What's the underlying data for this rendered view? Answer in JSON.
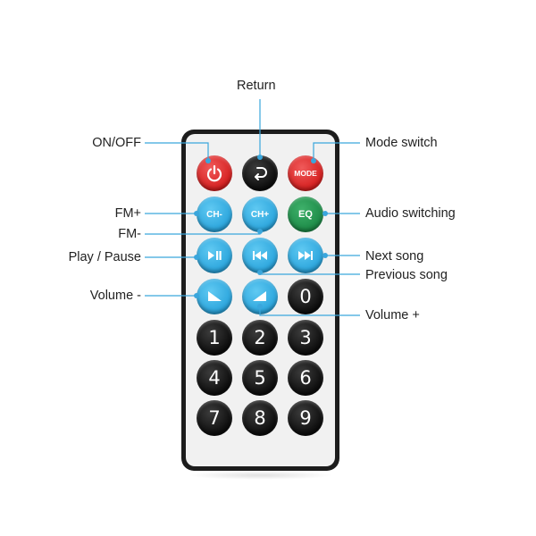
{
  "labels": {
    "return": "Return",
    "on_off": "ON/OFF",
    "mode_switch": "Mode switch",
    "fm_plus": "FM+",
    "fm_minus": "FM-",
    "audio_switching": "Audio switching",
    "play_pause": "Play / Pause",
    "next_song": "Next song",
    "previous_song": "Previous song",
    "volume_minus": "Volume -",
    "volume_plus": "Volume +"
  },
  "buttons": {
    "power": {
      "icon": "power-icon",
      "color": "#e02828"
    },
    "return": {
      "icon": "return-icon",
      "color": "#111111"
    },
    "mode": {
      "text": "MODE",
      "color": "#e02828"
    },
    "ch_minus": {
      "text": "CH-",
      "color": "#31aee3"
    },
    "ch_plus": {
      "text": "CH+",
      "color": "#31aee3"
    },
    "eq": {
      "text": "EQ",
      "color": "#23964f"
    },
    "play_pause": {
      "icon": "play-pause-icon",
      "color": "#31aee3"
    },
    "previous": {
      "icon": "previous-icon",
      "color": "#31aee3"
    },
    "next": {
      "icon": "next-icon",
      "color": "#31aee3"
    },
    "volume_minus": {
      "icon": "volume-down-icon",
      "color": "#31aee3"
    },
    "volume_plus": {
      "icon": "volume-up-icon",
      "color": "#31aee3"
    },
    "digits": [
      "0",
      "1",
      "2",
      "3",
      "4",
      "5",
      "6",
      "7",
      "8",
      "9"
    ]
  },
  "colors": {
    "leader_line": "#3aa6dc",
    "remote_body": "#1c1c1c",
    "remote_face": "#f1f1f1"
  }
}
